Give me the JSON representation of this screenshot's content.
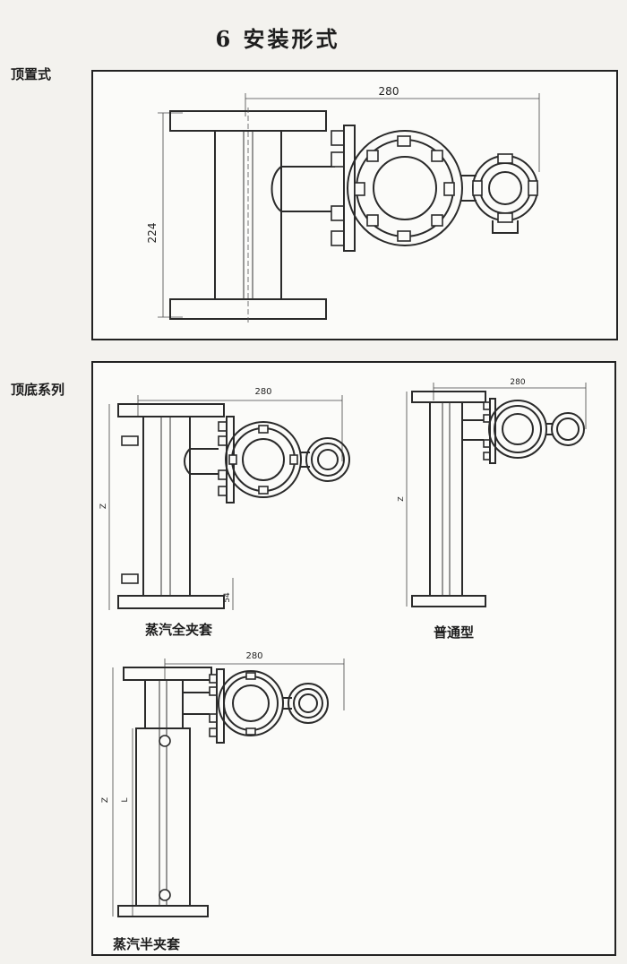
{
  "page": {
    "title": "6  安装形式"
  },
  "sections": {
    "top_mount": {
      "label": "顶置式",
      "dims": {
        "width": "280",
        "height": "224"
      }
    },
    "top_bottom": {
      "label": "顶底系列",
      "steam_full": {
        "caption": "蒸汽全夹套",
        "dims": {
          "width": "280",
          "z": "Z",
          "bottom": "54"
        }
      },
      "standard": {
        "caption": "普通型",
        "dims": {
          "width": "280",
          "z": "Z"
        }
      },
      "steam_half": {
        "caption": "蒸汽半夹套",
        "dims": {
          "width": "280",
          "z": "Z",
          "l": "L"
        }
      }
    }
  }
}
